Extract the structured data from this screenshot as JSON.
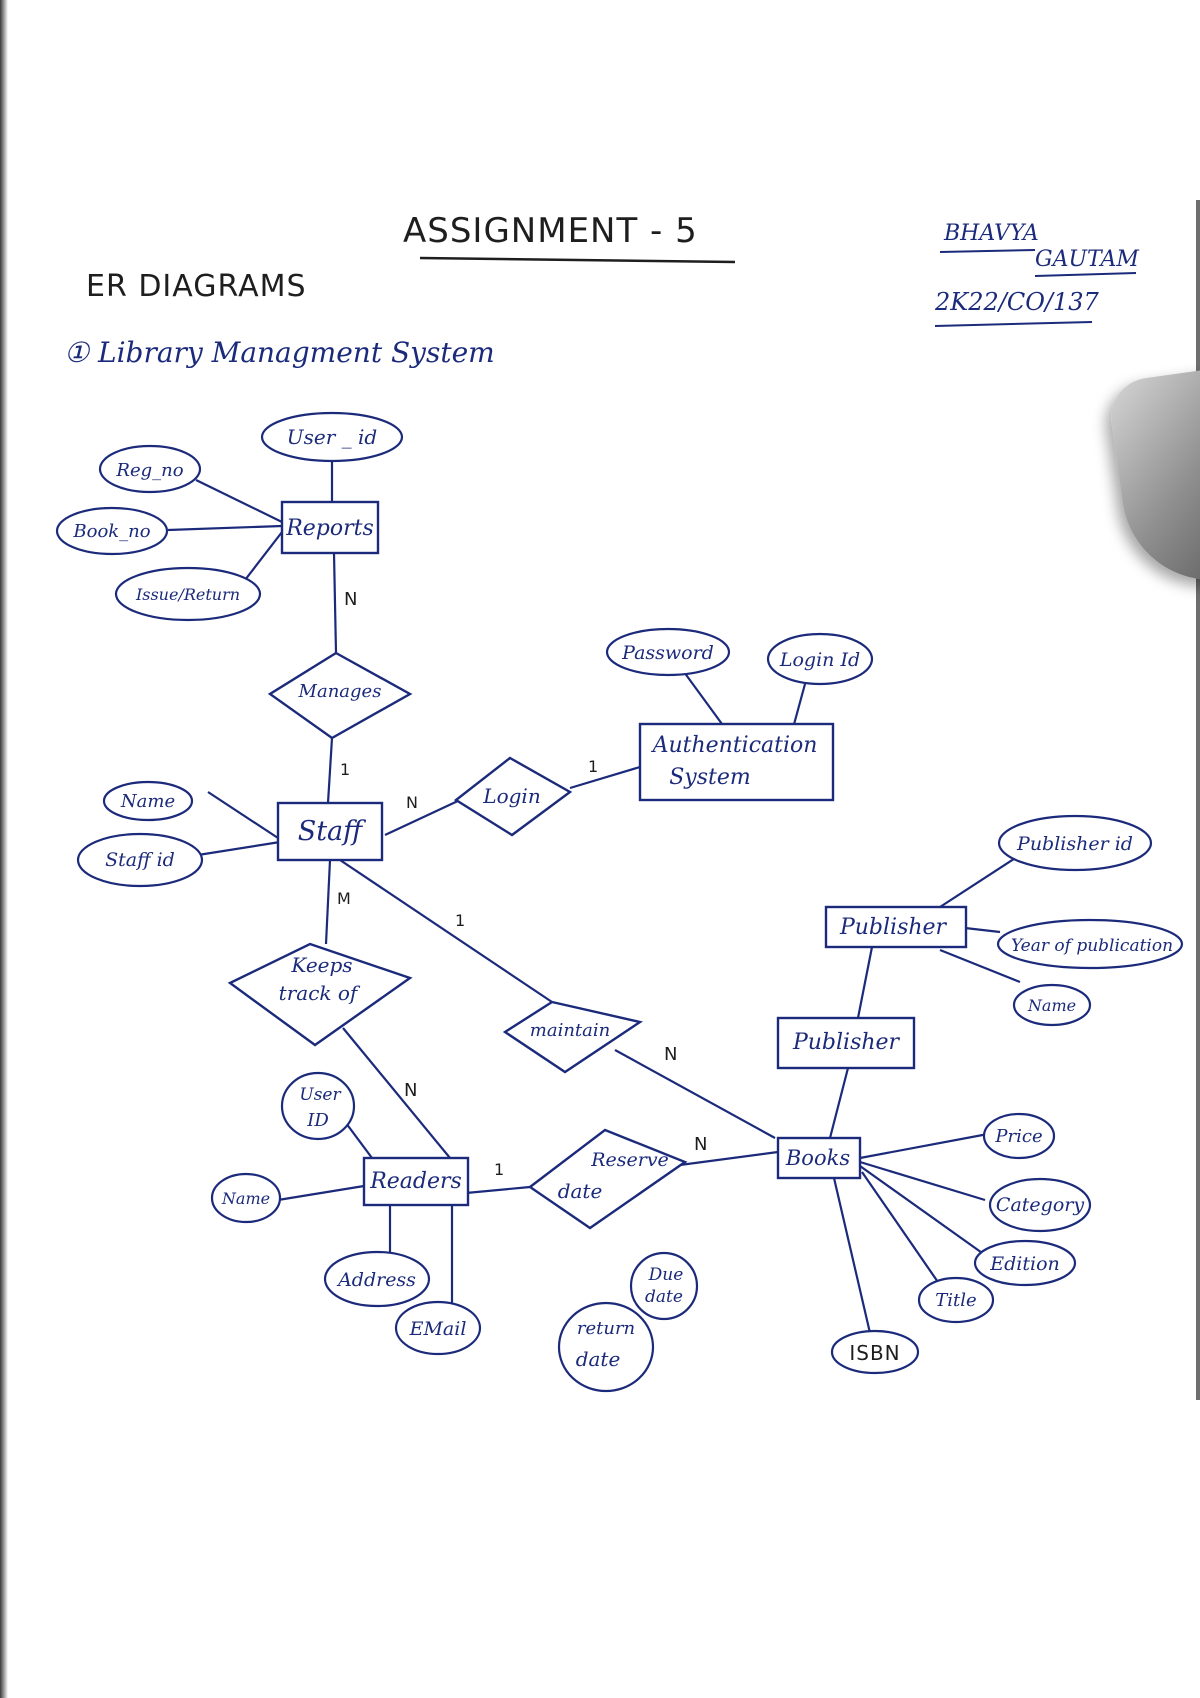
{
  "header": {
    "title": "ASSIGNMENT - 5",
    "subject": "ER DIAGRAMS",
    "author_first": "BHAVYA",
    "author_last": "GAUTAM",
    "roll_no": "2K22/CO/137",
    "question": "① Library Managment System"
  },
  "entities": {
    "reports": "Reports",
    "staff": "Staff",
    "auth_line1": "Authentication",
    "auth_line2": "System",
    "publisher": "Publisher",
    "publisher_weak": "Publisher",
    "readers": "Readers",
    "books": "Books"
  },
  "relationships": {
    "manages": "Manages",
    "login": "Login",
    "keeps_line1": "Keeps",
    "keeps_line2": "track of",
    "maintain": "maintain",
    "reserve_line1": "Reserve",
    "reserve_line2": "date"
  },
  "attributes": {
    "user_id": "User _ id",
    "reg_no": "Reg_no",
    "book_no": "Book_no",
    "issue_return": "Issue/Return",
    "password": "Password",
    "login_id": "Login Id",
    "staff_name": "Name",
    "staff_id": "Staff id",
    "publisher_id": "Publisher id",
    "year_pub": "Year of publication",
    "pub_name": "Name",
    "reader_userid_1": "User",
    "reader_userid_2": "ID",
    "reader_name": "Name",
    "address": "Address",
    "email": "EMail",
    "due_date_1": "Due",
    "due_date_2": "date",
    "return_date_1": "return",
    "return_date_2": "date",
    "price": "Price",
    "category": "Category",
    "edition": "Edition",
    "title": "Title",
    "isbn": "ISBN"
  },
  "cardinalities": {
    "reports_manages": "N",
    "manages_staff": "1",
    "staff_login": "N",
    "login_auth": "1",
    "staff_keeps": "M",
    "staff_maintain": "1",
    "keeps_readers": "N",
    "maintain_books": "N",
    "readers_reserve": "1",
    "reserve_books": "N"
  },
  "colors": {
    "ink": "#1b2a7a",
    "pencil": "#1e1e1e",
    "paper": "#ffffff"
  }
}
